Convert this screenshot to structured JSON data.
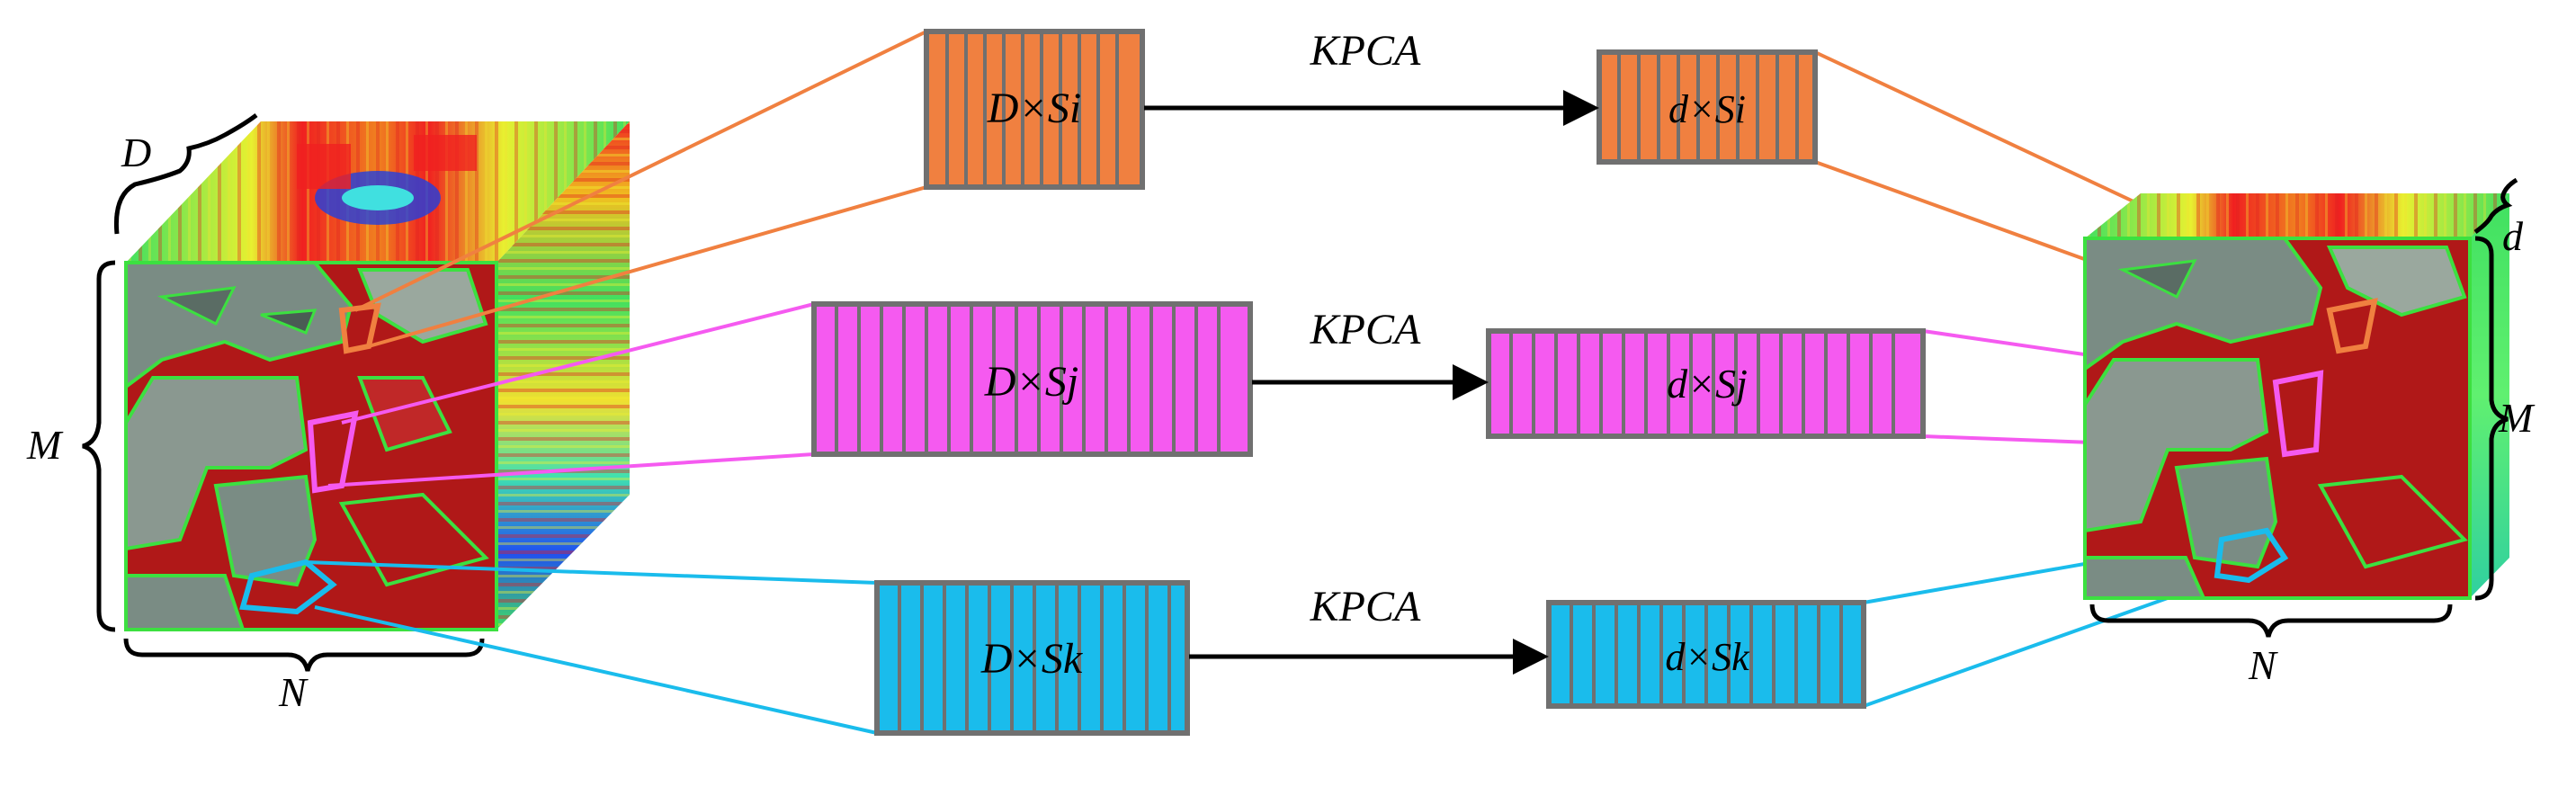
{
  "labels": {
    "left_depth": "D",
    "left_height": "M",
    "left_width": "N",
    "right_depth": "d",
    "right_height": "M",
    "right_width": "N"
  },
  "rows": [
    {
      "name": "i",
      "in_label": "D×Si",
      "op": "KPCA",
      "out_label": "d×Si",
      "color": "#F08040"
    },
    {
      "name": "j",
      "in_label": "D×Sj",
      "op": "KPCA",
      "out_label": "d×Sj",
      "color": "#F55AF0"
    },
    {
      "name": "k",
      "in_label": "D×Sk",
      "op": "KPCA",
      "out_label": "d×Sk",
      "color": "#1ABCEC"
    }
  ],
  "colors": {
    "frame": "#707070",
    "field_red": "#B01818",
    "field_grey": "#7A8C84",
    "boundary_green": "#3CE040",
    "spectral_green": "#40E060"
  }
}
